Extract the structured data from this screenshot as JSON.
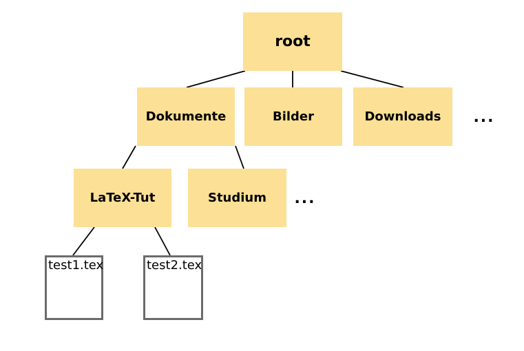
{
  "diagram_type": "tree",
  "colors": {
    "background": "#ffffff",
    "folder_fill": "#fbe096",
    "file_fill": "#ffffff",
    "file_border": "#6b6b6b",
    "edge": "#000000",
    "text": "#000000"
  },
  "nodes": {
    "root": {
      "label": "root",
      "kind": "folder"
    },
    "dokumente": {
      "label": "Dokumente",
      "kind": "folder"
    },
    "bilder": {
      "label": "Bilder",
      "kind": "folder"
    },
    "downloads": {
      "label": "Downloads",
      "kind": "folder"
    },
    "more_level1": {
      "label": "...",
      "kind": "ellipsis"
    },
    "latex_tut": {
      "label": "LaTeX-Tut",
      "kind": "folder"
    },
    "studium": {
      "label": "Studium",
      "kind": "folder"
    },
    "more_level2": {
      "label": "...",
      "kind": "ellipsis"
    },
    "test1": {
      "label": "test1.tex",
      "kind": "file"
    },
    "test2": {
      "label": "test2.tex",
      "kind": "file"
    }
  },
  "edges": [
    {
      "from": "root",
      "to": "dokumente"
    },
    {
      "from": "root",
      "to": "bilder"
    },
    {
      "from": "root",
      "to": "downloads"
    },
    {
      "from": "dokumente",
      "to": "latex_tut"
    },
    {
      "from": "dokumente",
      "to": "studium"
    },
    {
      "from": "latex_tut",
      "to": "test1"
    },
    {
      "from": "latex_tut",
      "to": "test2"
    }
  ]
}
